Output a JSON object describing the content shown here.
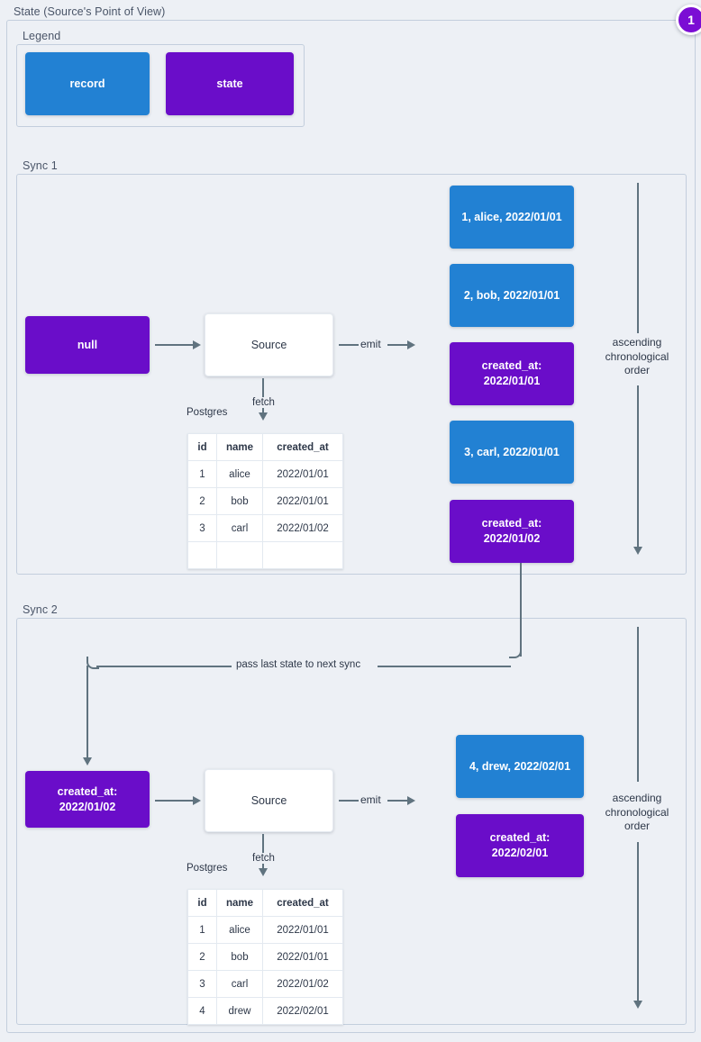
{
  "diagram": {
    "title": "State (Source's Point of View)",
    "badge": "1"
  },
  "legend": {
    "title": "Legend",
    "items": [
      {
        "label": "record",
        "color": "#2281d3",
        "kind": "record"
      },
      {
        "label": "state",
        "color": "#6a0dc9",
        "kind": "state"
      }
    ]
  },
  "colors": {
    "record": "#2281d3",
    "state": "#6a0dc9",
    "connector": "#60737f",
    "background": "#edf0f5",
    "frame": "#c3cedd",
    "text": "#2d3748"
  },
  "sync1": {
    "title": "Sync 1",
    "input_state": "null",
    "source_label": "Source",
    "db_label": "Postgres",
    "fetch_label": "fetch",
    "emit_label": "emit",
    "order_label": "ascending chronological order",
    "table": {
      "columns": [
        "id",
        "name",
        "created_at"
      ],
      "rows": [
        [
          "1",
          "alice",
          "2022/01/01"
        ],
        [
          "2",
          "bob",
          "2022/01/01"
        ],
        [
          "3",
          "carl",
          "2022/01/02"
        ],
        [
          "",
          "",
          ""
        ]
      ]
    },
    "messages": [
      {
        "kind": "record",
        "text": "1, alice, 2022/01/01"
      },
      {
        "kind": "record",
        "text": "2, bob, 2022/01/01"
      },
      {
        "kind": "state",
        "line1": "created_at:",
        "line2": "2022/01/01"
      },
      {
        "kind": "record",
        "text": "3, carl, 2022/01/01"
      },
      {
        "kind": "state",
        "line1": "created_at:",
        "line2": "2022/01/02"
      }
    ]
  },
  "sync2": {
    "title": "Sync 2",
    "pass_state_label": "pass last state to next sync",
    "input_state_line1": "created_at:",
    "input_state_line2": "2022/01/02",
    "source_label": "Source",
    "db_label": "Postgres",
    "fetch_label": "fetch",
    "emit_label": "emit",
    "order_label": "ascending chronological order",
    "table": {
      "columns": [
        "id",
        "name",
        "created_at"
      ],
      "rows": [
        [
          "1",
          "alice",
          "2022/01/01"
        ],
        [
          "2",
          "bob",
          "2022/01/01"
        ],
        [
          "3",
          "carl",
          "2022/01/02"
        ],
        [
          "4",
          "drew",
          "2022/02/01"
        ]
      ]
    },
    "messages": [
      {
        "kind": "record",
        "text": "4, drew, 2022/02/01"
      },
      {
        "kind": "state",
        "line1": "created_at:",
        "line2": "2022/02/01"
      }
    ]
  }
}
